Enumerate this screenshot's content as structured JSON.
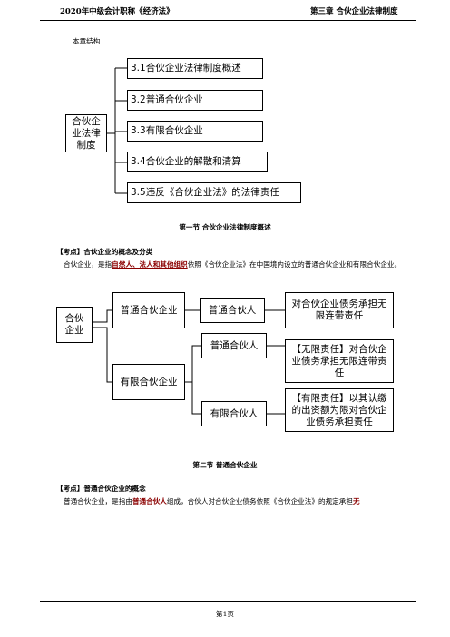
{
  "header": {
    "left": "2020年中级会计职称《经济法》",
    "right": "第三章 合伙企业法律制度"
  },
  "structure": {
    "caption": "本章结构",
    "root": "合伙企业法律制度",
    "items": [
      "3.1合伙企业法律制度概述",
      "3.2普通合伙企业",
      "3.3有限合伙企业",
      "3.4合伙企业的解散和清算",
      "3.5违反《合伙企业法》的法律责任"
    ]
  },
  "section1": {
    "title": "第一节 合伙企业法律制度概述",
    "point": "【考点】合伙企业的概念及分类",
    "para_before": "合伙企业，是指",
    "para_em": "自然人、法人和其他组织",
    "para_after": "依照《合伙企业法》在中国境内设立的普通合伙企业和有限合伙企业。"
  },
  "diagram": {
    "root": "合伙企业",
    "general": "普通合伙企业",
    "limited": "有限合伙企业",
    "partner_general": "普通合伙人",
    "partner_general2": "普通合伙人",
    "partner_limited": "有限合伙人",
    "desc1": "对合伙企业债务承担无限连带责任",
    "desc2": "【无限责任】对合伙企业债务承担无限连带责任",
    "desc3": "【有限责任】以其认缴的出资额为限对合伙企业债务承担责任"
  },
  "section2": {
    "title": "第二节 普通合伙企业",
    "point": "【考点】普通合伙企业的概念",
    "para_before": "普通合伙企业，是指由",
    "para_em": "普通合伙人",
    "para_after": "组成，合伙人对合伙企业债务依照《合伙企业法》的规定承担",
    "para_tail": "无"
  },
  "footer": {
    "page": "第1页"
  }
}
